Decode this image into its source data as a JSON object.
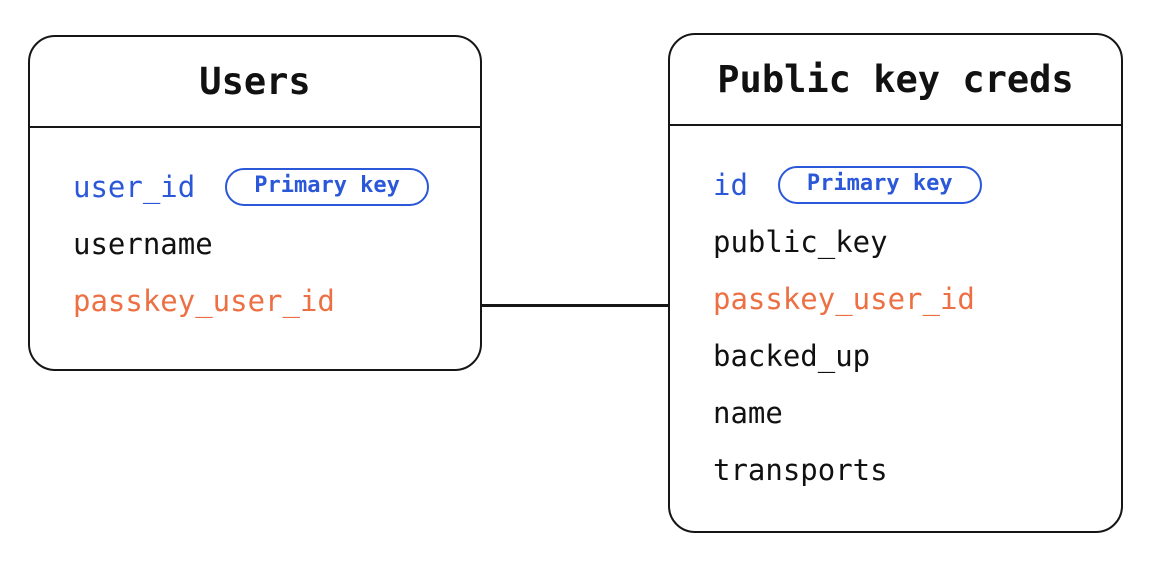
{
  "colors": {
    "primary_key_blue": "#2b57d9",
    "foreign_key_orange": "#ec7043",
    "stroke": "#161616",
    "background": "#ffffff"
  },
  "tables": [
    {
      "title": "Users",
      "fields": [
        {
          "name": "user_id",
          "color": "blue",
          "badge": "Primary key"
        },
        {
          "name": "username",
          "color": "black"
        },
        {
          "name": "passkey_user_id",
          "color": "orange"
        }
      ]
    },
    {
      "title": "Public key creds",
      "fields": [
        {
          "name": "id",
          "color": "blue",
          "badge": "Primary key"
        },
        {
          "name": "public_key",
          "color": "black"
        },
        {
          "name": "passkey_user_id",
          "color": "orange"
        },
        {
          "name": "backed_up",
          "color": "black"
        },
        {
          "name": "name",
          "color": "black"
        },
        {
          "name": "transports",
          "color": "black"
        }
      ]
    }
  ],
  "relationship": {
    "connects": [
      "Users.passkey_user_id",
      "Public key creds.passkey_user_id"
    ]
  }
}
